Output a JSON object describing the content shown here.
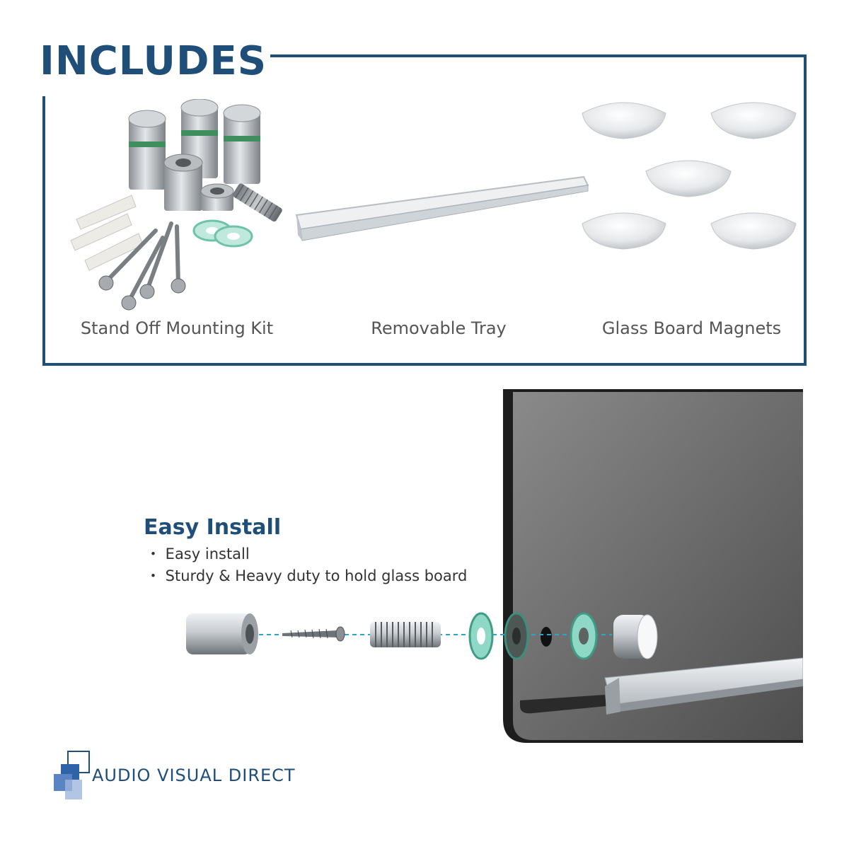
{
  "includes": {
    "title": "INCLUDES",
    "items": [
      {
        "label": "Stand Off Mounting Kit"
      },
      {
        "label": "Removable Tray"
      },
      {
        "label": "Glass Board Magnets"
      }
    ]
  },
  "install": {
    "title": "Easy Install",
    "bullets": [
      "・ Easy install",
      "・ Sturdy & Heavy duty to hold glass board"
    ]
  },
  "brand": {
    "name": "AUDIO VISUAL DIRECT",
    "color": "#1f4e79",
    "logo_icon": "stacked-squares-logo"
  },
  "colors": {
    "accent": "#1f4e79",
    "glass_board": "#5c5c5c",
    "tray": "#d9dde2",
    "washer": "#8fd8c5"
  }
}
